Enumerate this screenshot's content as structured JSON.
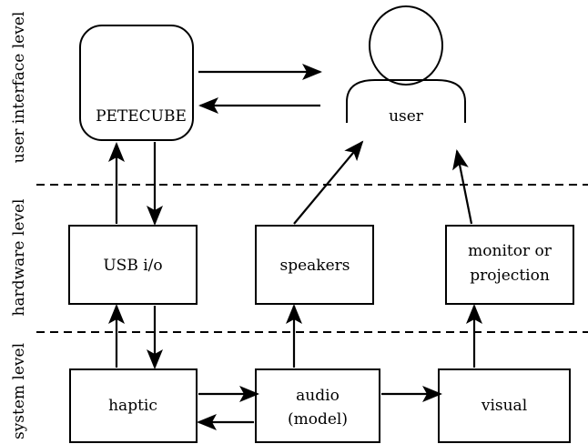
{
  "levels": {
    "user_interface": "user interface level",
    "hardware": "hardware level",
    "system": "system level"
  },
  "nodes": {
    "petecube": "PETECUBE",
    "user": "user",
    "usb": "USB i/o",
    "speakers": "speakers",
    "monitor_line1": "monitor or",
    "monitor_line2": "projection",
    "haptic": "haptic",
    "audio_line1": "audio",
    "audio_line2": "(model)",
    "visual": "visual"
  }
}
